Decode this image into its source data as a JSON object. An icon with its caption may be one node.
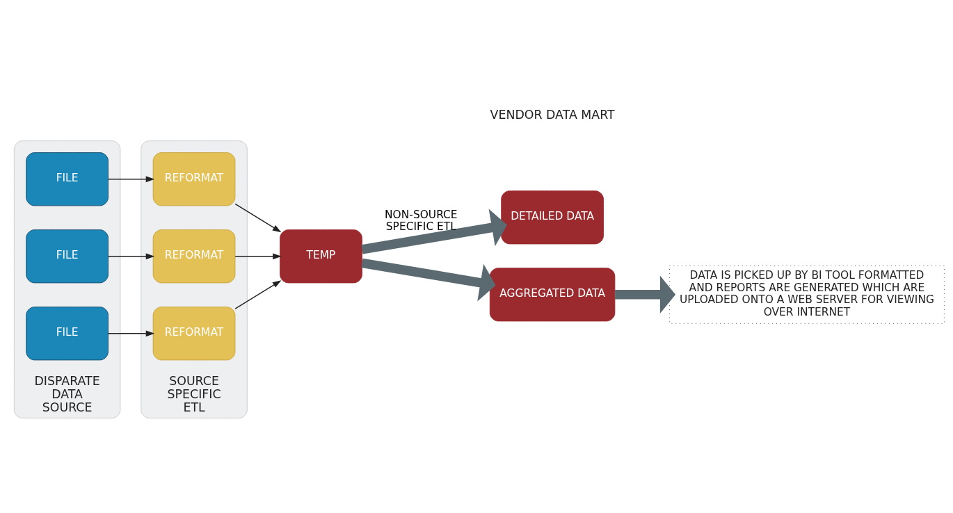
{
  "diagram": {
    "nodes": [
      {
        "text": [
          "DISPARATE DATA SOURCE"
        ]
      },
      {
        "text": [
          "FILE"
        ],
        "in": 0
      },
      {
        "text": [
          "FILE"
        ],
        "in": 0
      },
      {
        "text": [
          "FILE"
        ],
        "in": 0
      },
      {
        "text": [
          "SOURCE SPECIFIC ETL"
        ]
      },
      {
        "text": [
          "REFORMAT"
        ],
        "in": 4
      },
      {
        "text": [
          "REFORMAT"
        ],
        "in": 4
      },
      {
        "text": [
          "REFORMAT"
        ],
        "in": 4
      },
      {
        "text": [
          "TEMP"
        ]
      },
      {
        "text": [
          "DETAILED DATA"
        ]
      },
      {
        "text": [
          "AGGREGATED DATA"
        ]
      },
      {
        "text": [
          "DATA IS PICKED UP BY BI TOOL FORMATTED AND REPORTS ARE GENERATED WHICH ARE UPLOADED ONTO A WEB SERVER FOR VIEWING OVER INTERNET"
        ]
      }
    ],
    "edges": [
      {
        "from": 1,
        "to": 5,
        "arrow": "to"
      },
      {
        "from": 2,
        "to": 6,
        "arrow": "to"
      },
      {
        "from": 3,
        "to": 7,
        "arrow": "to"
      },
      {
        "from": 5,
        "to": 8,
        "arrow": "to"
      },
      {
        "from": 6,
        "to": 8,
        "arrow": "to"
      },
      {
        "from": 7,
        "to": 8,
        "arrow": "to"
      },
      {
        "from": 8,
        "to": 9,
        "arrow": "to",
        "label": "NON-SOURCE SPECIFIC ETL",
        "style": "thick",
        "color": "#5a6a70"
      },
      {
        "from": 8,
        "to": 10,
        "arrow": "to",
        "style": "thick",
        "color": "#5a6a70"
      },
      {
        "from": 10,
        "to": 11,
        "arrow": "to",
        "style": "thick",
        "color": "#5a6a70"
      }
    ],
    "labels": [
      "VENDOR DATA MART"
    ]
  }
}
